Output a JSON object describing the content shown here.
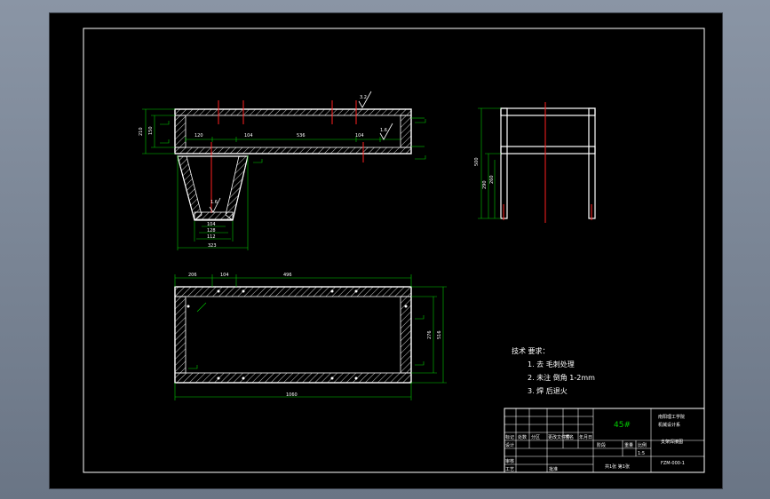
{
  "drawing": {
    "front_view": {
      "dims_top": [
        "120",
        "104",
        "536",
        "104"
      ],
      "dims_left": [
        "210",
        "150"
      ],
      "roughness_top": "3.2",
      "roughness_right": "1.6"
    },
    "section_view": {
      "roughness": "1.6",
      "dims_bottom": [
        "104",
        "128",
        "112",
        "323"
      ]
    },
    "side_view": {
      "dims_left": [
        "500",
        "290",
        "260"
      ]
    },
    "top_view": {
      "dims_top": [
        "206",
        "104",
        "496"
      ],
      "dims_right": [
        "276",
        "516"
      ],
      "dim_bottom": "1060"
    },
    "technical_requirements": {
      "title": "技术 要求：",
      "items": [
        "1. 去 毛刺处理",
        "2. 未注 倒角 1-2mm",
        "3. 焊 后退火"
      ]
    },
    "title_block": {
      "material": "45#",
      "school": "南阳理工学院",
      "subtitle": "机械设计系",
      "drawing_name": "支架焊接图",
      "drawing_number": "FZM-000-1",
      "scale": "1:5",
      "row_labels": [
        "标记",
        "处数",
        "分区",
        "更改文件号",
        "签名",
        "年月日"
      ],
      "left_labels": [
        "设计",
        "审核",
        "工艺"
      ],
      "approve_label": "批准",
      "stage_label": "阶段",
      "weight_label": "重量",
      "scale_label": "比例",
      "sheet_label": "共1张 第1张"
    }
  }
}
